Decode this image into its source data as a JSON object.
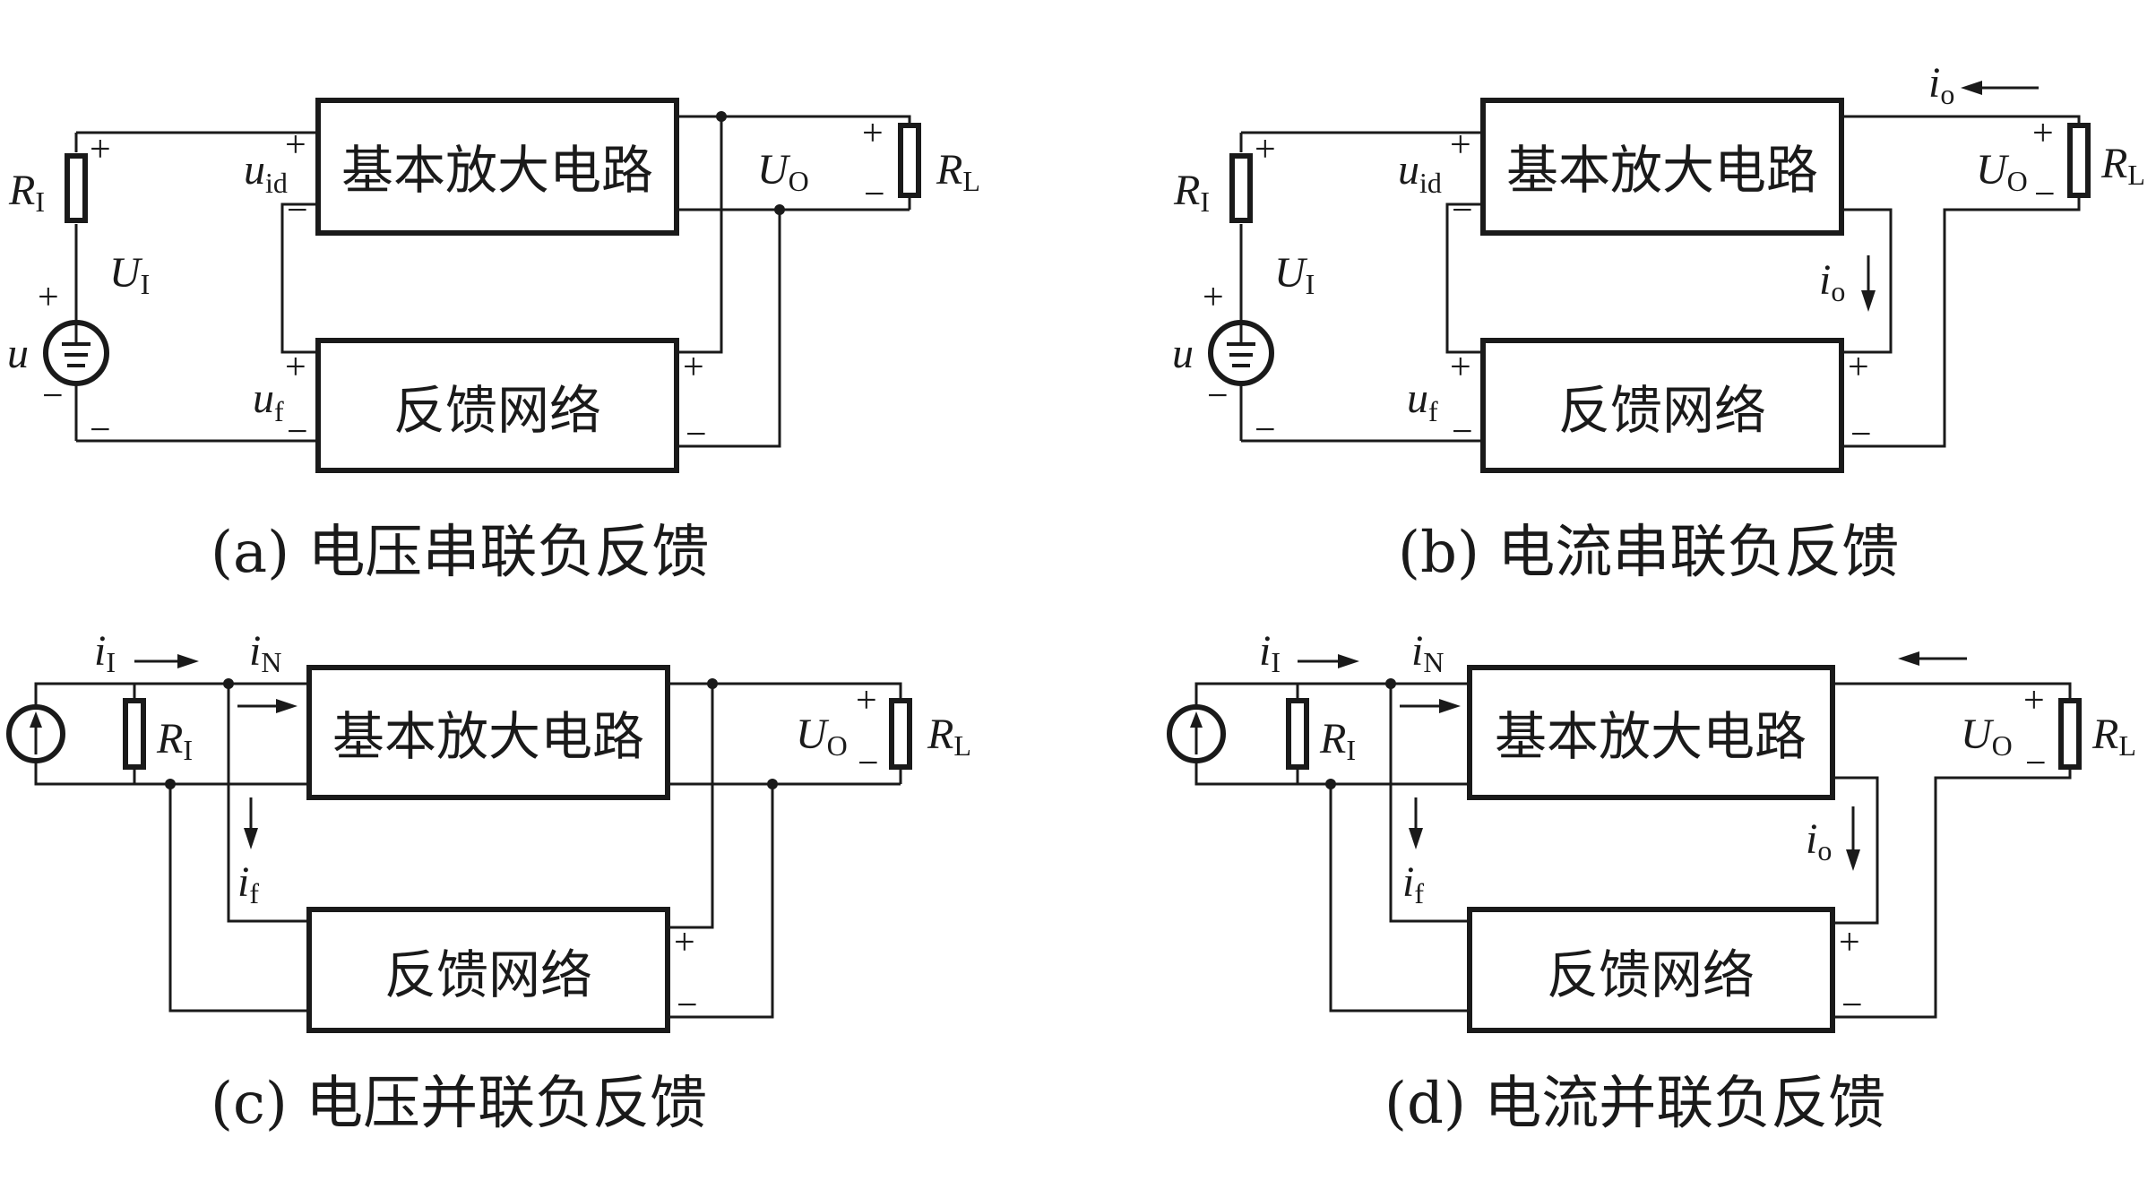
{
  "labels": {
    "amp": "基本放大电路",
    "fb": "反馈网络",
    "plus": "+",
    "minus": "−",
    "R": "R",
    "U": "U",
    "u": "u",
    "i": "i",
    "sub_I": "I",
    "sub_L": "L",
    "sub_O": "O",
    "sub_o": "o",
    "sub_id": "id",
    "sub_f": "f",
    "sub_N": "N"
  },
  "captions": {
    "a": "(a) 电压串联负反馈",
    "b": "(b) 电流串联负反馈",
    "c": "(c) 电压并联负反馈",
    "d": "(d) 电流并联负反馈"
  }
}
